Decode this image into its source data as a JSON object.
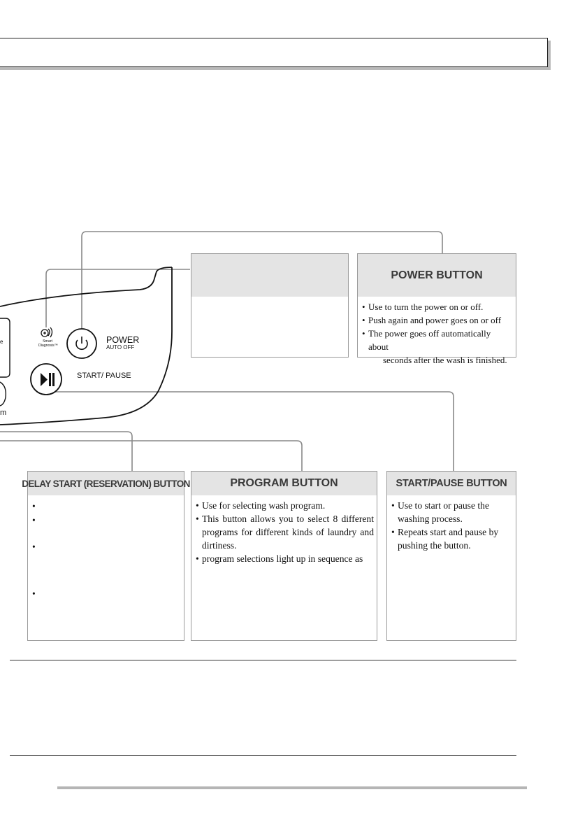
{
  "control_panel": {
    "power_label": "POWER",
    "auto_off_label": "AUTO OFF",
    "start_pause_label": "START/ PAUSE",
    "smart_diagnosis_label": "Smart Diagnosis™",
    "partial_left_label_m": "m",
    "partial_left_label_e": "e"
  },
  "boxes": {
    "smart_diagnosis": {
      "heading": "",
      "items": []
    },
    "power": {
      "heading": "POWER BUTTON",
      "items": [
        "Use to turn the power on or off.",
        "Push again and power goes on or off",
        "The power goes off automatically about",
        "seconds after the wash is finished."
      ]
    },
    "delay_start": {
      "heading": "DELAY START (RESERVATION) BUTTON",
      "items": [
        "",
        "",
        "",
        ""
      ]
    },
    "program": {
      "heading": "PROGRAM BUTTON",
      "items": [
        "Use for selecting wash program.",
        "This button allows you to select 8 different programs for different kinds of laundry and dirtiness.",
        "program selections light up in sequence as"
      ]
    },
    "start_pause": {
      "heading": "START/PAUSE BUTTON",
      "items": [
        "Use to start or pause the washing process.",
        "Repeats start and pause by pushing the button."
      ]
    }
  },
  "colors": {
    "box_header_bg": "#e4e4e4",
    "box_border": "#9a9a9a",
    "rule": "#333333",
    "bottom_bar": "#b5b5b5"
  }
}
